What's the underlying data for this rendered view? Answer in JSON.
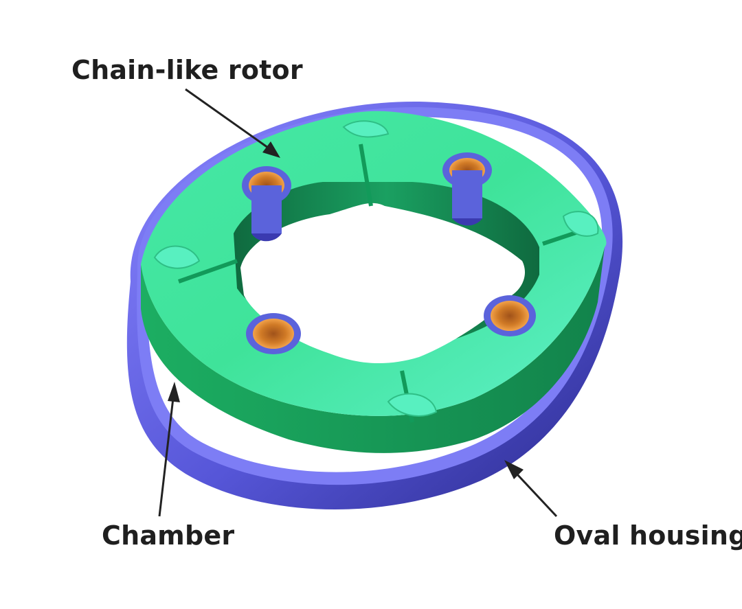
{
  "labels": {
    "rotor": "Chain-like rotor",
    "chamber": "Chamber",
    "housing": "Oval housing"
  },
  "colors": {
    "housing": "#6f6ff0",
    "housing_dark": "#3b3bb8",
    "rotor_top": "#3fe39a",
    "rotor_top_light": "#55f0c0",
    "rotor_side": "#1fb46a",
    "rotor_side_dark": "#13804a",
    "bearing_outer": "#5860d8",
    "bearing_inner": "#d07a26",
    "text": "#1f1f1f"
  },
  "icons": [
    "arrow-icon",
    "bearing-icon",
    "hinge-icon"
  ]
}
